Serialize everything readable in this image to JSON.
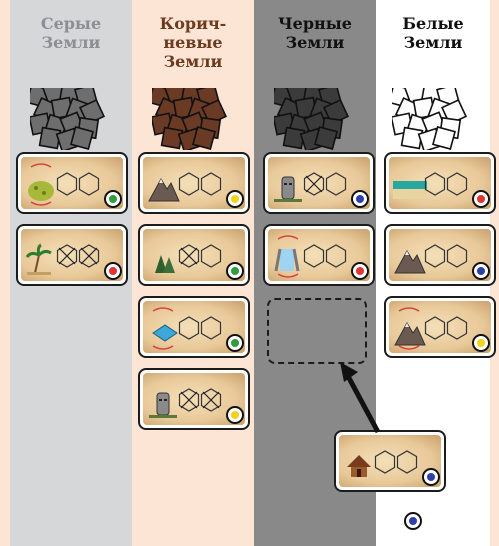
{
  "columns": [
    {
      "key": "grey",
      "title": "Серые\nЗемли",
      "title_color": "#8b8f95"
    },
    {
      "key": "brown",
      "title": "Корич-\nневые\nЗемли",
      "title_color": "#6b3a1f"
    },
    {
      "key": "black",
      "title": "Черные\nЗемли",
      "title_color": "#111111"
    },
    {
      "key": "white",
      "title": "Белые\nЗемли",
      "title_color": "#111111"
    }
  ],
  "pile_colors": {
    "grey": "#6e6e6e",
    "brown": "#6b3a24",
    "black": "#3b3b3b",
    "white": "#ffffff"
  },
  "token_colors": {
    "green": "#2e9e3e",
    "yellow": "#f2d21b",
    "red": "#e23434",
    "blue": "#2d3fa8"
  },
  "cards": {
    "grey": [
      {
        "terrain": "meadow-icon",
        "crossed": 0,
        "waves": true,
        "token": "green"
      },
      {
        "terrain": "palm-tree-icon",
        "crossed": 2,
        "waves": false,
        "token": "red"
      }
    ],
    "brown": [
      {
        "terrain": "mountain-icon",
        "crossed": 0,
        "waves": false,
        "token": "yellow"
      },
      {
        "terrain": "forest-icon",
        "crossed": 1,
        "waves": false,
        "token": "green"
      },
      {
        "terrain": "lake-icon",
        "crossed": 0,
        "waves": true,
        "token": "green"
      },
      {
        "terrain": "stone-head-icon",
        "crossed": 2,
        "waves": false,
        "token": "yellow"
      }
    ],
    "black": [
      {
        "terrain": "stone-head-icon",
        "crossed": 1,
        "waves": false,
        "token": "blue"
      },
      {
        "terrain": "waterfall-icon",
        "crossed": 0,
        "waves": true,
        "token": "red"
      }
    ],
    "white": [
      {
        "terrain": "beach-icon",
        "crossed": 0,
        "waves": false,
        "token": "red"
      },
      {
        "terrain": "mountain-icon",
        "crossed": 0,
        "waves": false,
        "token": "blue"
      },
      {
        "terrain": "mountain-icon",
        "crossed": 0,
        "waves": true,
        "token": "yellow"
      }
    ]
  },
  "incoming_card": {
    "terrain": "hut-icon",
    "crossed": 0,
    "waves": false,
    "token": "blue"
  }
}
